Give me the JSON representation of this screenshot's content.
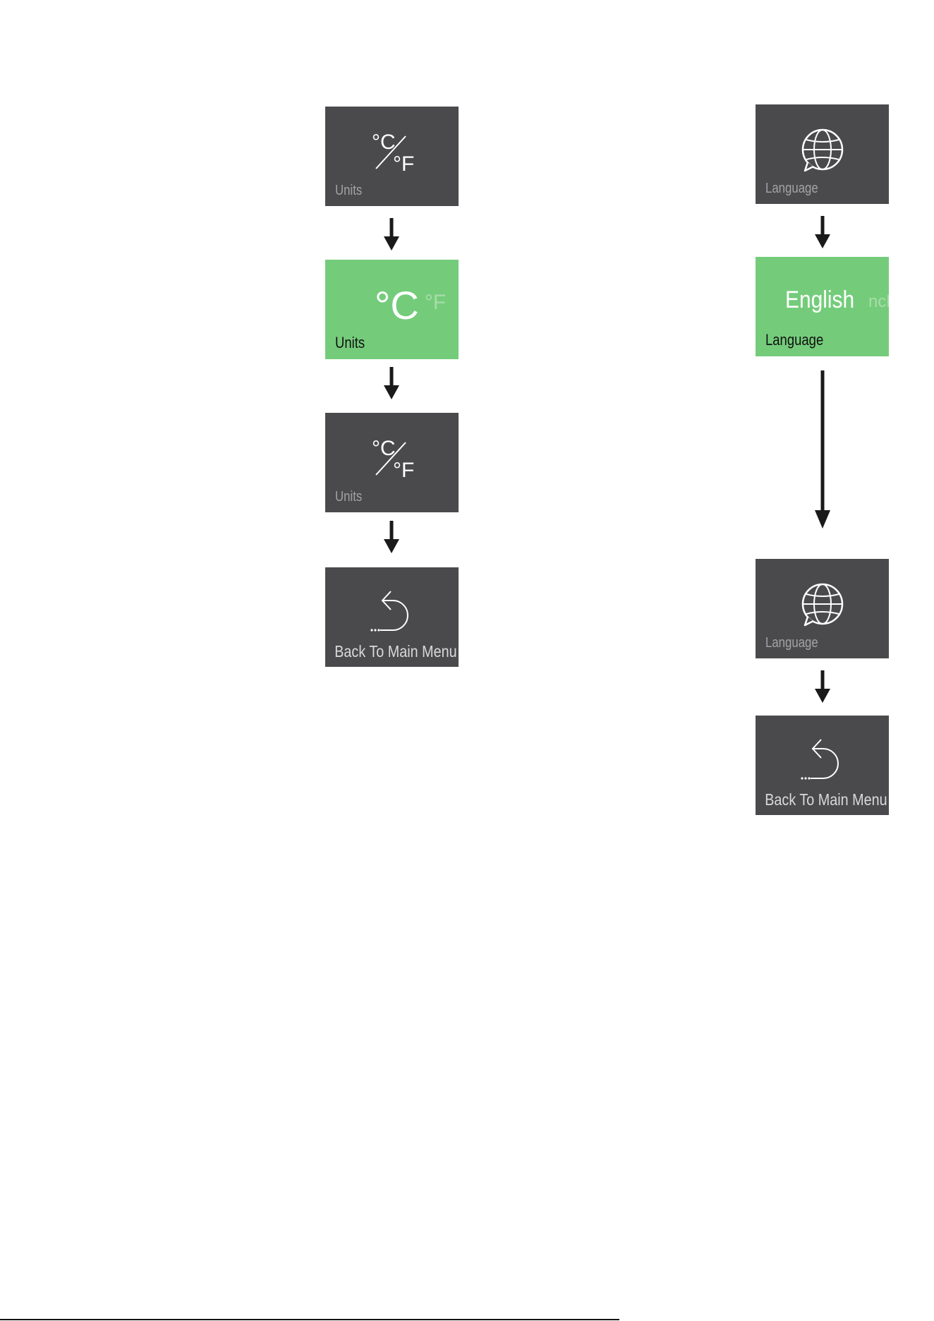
{
  "colors": {
    "tile_inactive": "#4a4a4c",
    "tile_active": "#74cc7a",
    "label_inactive": "#a3a3a6",
    "label_active": "#111111",
    "arrow": "#1a1a1a"
  },
  "units_flow": {
    "step1": {
      "icon": "celsius-fahrenheit-icon",
      "label": "Units"
    },
    "step2": {
      "selected_value": "°C",
      "alternate_value": "°F",
      "label": "Units"
    },
    "step3": {
      "icon": "celsius-fahrenheit-icon",
      "label": "Units"
    },
    "step4": {
      "icon": "back-return-icon",
      "label": "Back To Main Menu"
    }
  },
  "language_flow": {
    "step1": {
      "icon": "globe-chat-icon",
      "label": "Language"
    },
    "step2": {
      "selected_value": "English",
      "alternate_value": "nch",
      "label": "Language"
    },
    "step3": {
      "icon": "globe-chat-icon",
      "label": "Language"
    },
    "step4": {
      "icon": "back-return-icon",
      "label": "Back To Main Menu"
    }
  }
}
